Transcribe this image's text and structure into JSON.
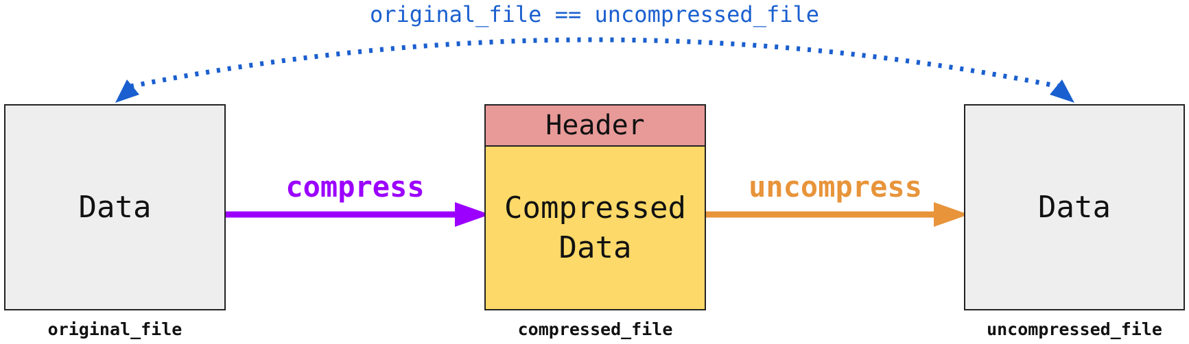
{
  "colors": {
    "compress": "#9b00ff",
    "uncompress": "#e8943a",
    "equality": "#1a5fcf",
    "header_fill": "#e79a98",
    "compressed_fill": "#fcd968",
    "data_fill": "#eeeeee"
  },
  "equality_label": "original_file == uncompressed_file",
  "original": {
    "content": "Data",
    "label": "original_file"
  },
  "compressed": {
    "header": "Header",
    "content_line1": "Compressed",
    "content_line2": "Data",
    "label": "compressed_file"
  },
  "uncompressed": {
    "content": "Data",
    "label": "uncompressed_file"
  },
  "arrows": {
    "compress_label": "compress",
    "uncompress_label": "uncompress"
  }
}
